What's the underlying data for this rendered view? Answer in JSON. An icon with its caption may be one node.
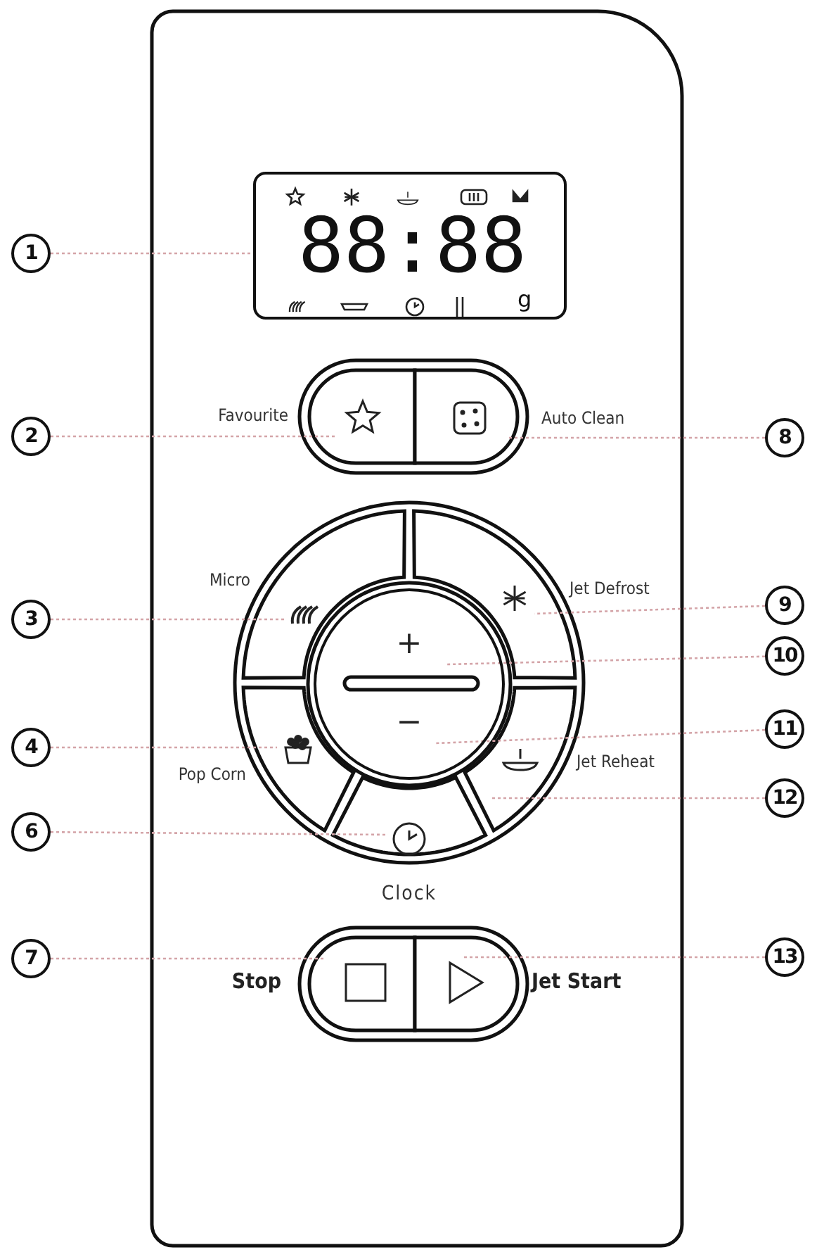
{
  "diagram": {
    "nodes": [
      {
        "text": [
          "1"
        ]
      },
      {
        "text": [
          "88:88",
          "g"
        ]
      },
      {
        "text": [
          "2"
        ]
      },
      {
        "text": [],
        "shape": "box",
        "beside": [
          "Favourite"
        ]
      },
      {
        "text": [],
        "shape": "box",
        "beside": [
          "Auto Clean"
        ]
      },
      {
        "text": [
          "8"
        ]
      },
      {
        "text": [
          "3"
        ]
      },
      {
        "text": [],
        "shape": "box",
        "beside": [
          "Micro"
        ]
      },
      {
        "text": [],
        "shape": "box",
        "beside": [
          "Jet Defrost"
        ]
      },
      {
        "text": [
          "9"
        ]
      },
      {
        "text": [
          "+"
        ]
      },
      {
        "text": [
          "10"
        ]
      },
      {
        "text": [
          "4"
        ]
      },
      {
        "text": [],
        "shape": "box",
        "beside": [
          "Pop Corn"
        ]
      },
      {
        "text": [
          "−"
        ]
      },
      {
        "text": [
          "11"
        ]
      },
      {
        "text": [],
        "shape": "box",
        "beside": [
          "Jet Reheat"
        ]
      },
      {
        "text": [
          "12"
        ]
      },
      {
        "text": [
          "6"
        ]
      },
      {
        "text": [],
        "shape": "box",
        "beside": [
          "Clock"
        ]
      },
      {
        "text": [
          "7"
        ]
      },
      {
        "text": [],
        "shape": "box",
        "beside": [
          "Stop"
        ]
      },
      {
        "text": [],
        "shape": "box",
        "beside": [
          "Jet Start"
        ]
      },
      {
        "text": [
          "13"
        ]
      }
    ],
    "edges": [
      {
        "from": 0,
        "to": 1,
        "arrow": "none"
      },
      {
        "from": 2,
        "to": 3,
        "arrow": "none"
      },
      {
        "from": 5,
        "to": 4,
        "arrow": "none"
      },
      {
        "from": 6,
        "to": 7,
        "arrow": "none"
      },
      {
        "from": 9,
        "to": 8,
        "arrow": "none"
      },
      {
        "from": 11,
        "to": 10,
        "arrow": "none"
      },
      {
        "from": 12,
        "to": 13,
        "arrow": "none"
      },
      {
        "from": 15,
        "to": 14,
        "arrow": "none"
      },
      {
        "from": 17,
        "to": 16,
        "arrow": "none"
      },
      {
        "from": 18,
        "to": 19,
        "arrow": "none"
      },
      {
        "from": 20,
        "to": 21,
        "arrow": "none"
      },
      {
        "from": 23,
        "to": 22,
        "arrow": "none"
      }
    ]
  }
}
